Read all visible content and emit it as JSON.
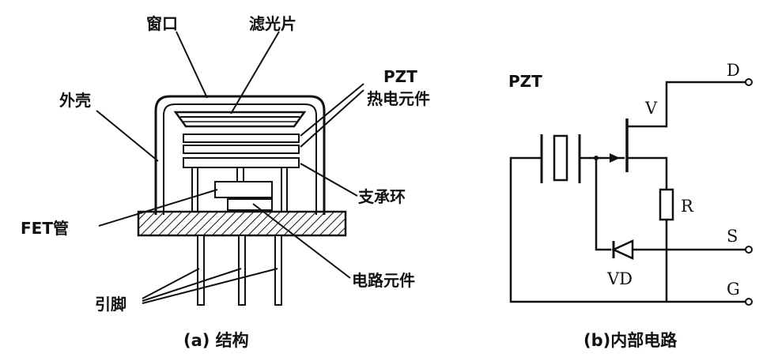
{
  "structure": {
    "labels": {
      "window": "窗口",
      "filter": "滤光片",
      "pzt": "PZT",
      "pyro_element": "热电元件",
      "housing": "外壳",
      "support_ring": "支承环",
      "fet": "FET管",
      "circuit_element": "电路元件",
      "pins": "引脚"
    },
    "caption": "(a) 结构"
  },
  "circuit": {
    "labels": {
      "pzt": "PZT",
      "v": "V",
      "d": "D",
      "r": "R",
      "s": "S",
      "vd": "VD",
      "g": "G"
    },
    "caption": "(b)内部电路"
  }
}
